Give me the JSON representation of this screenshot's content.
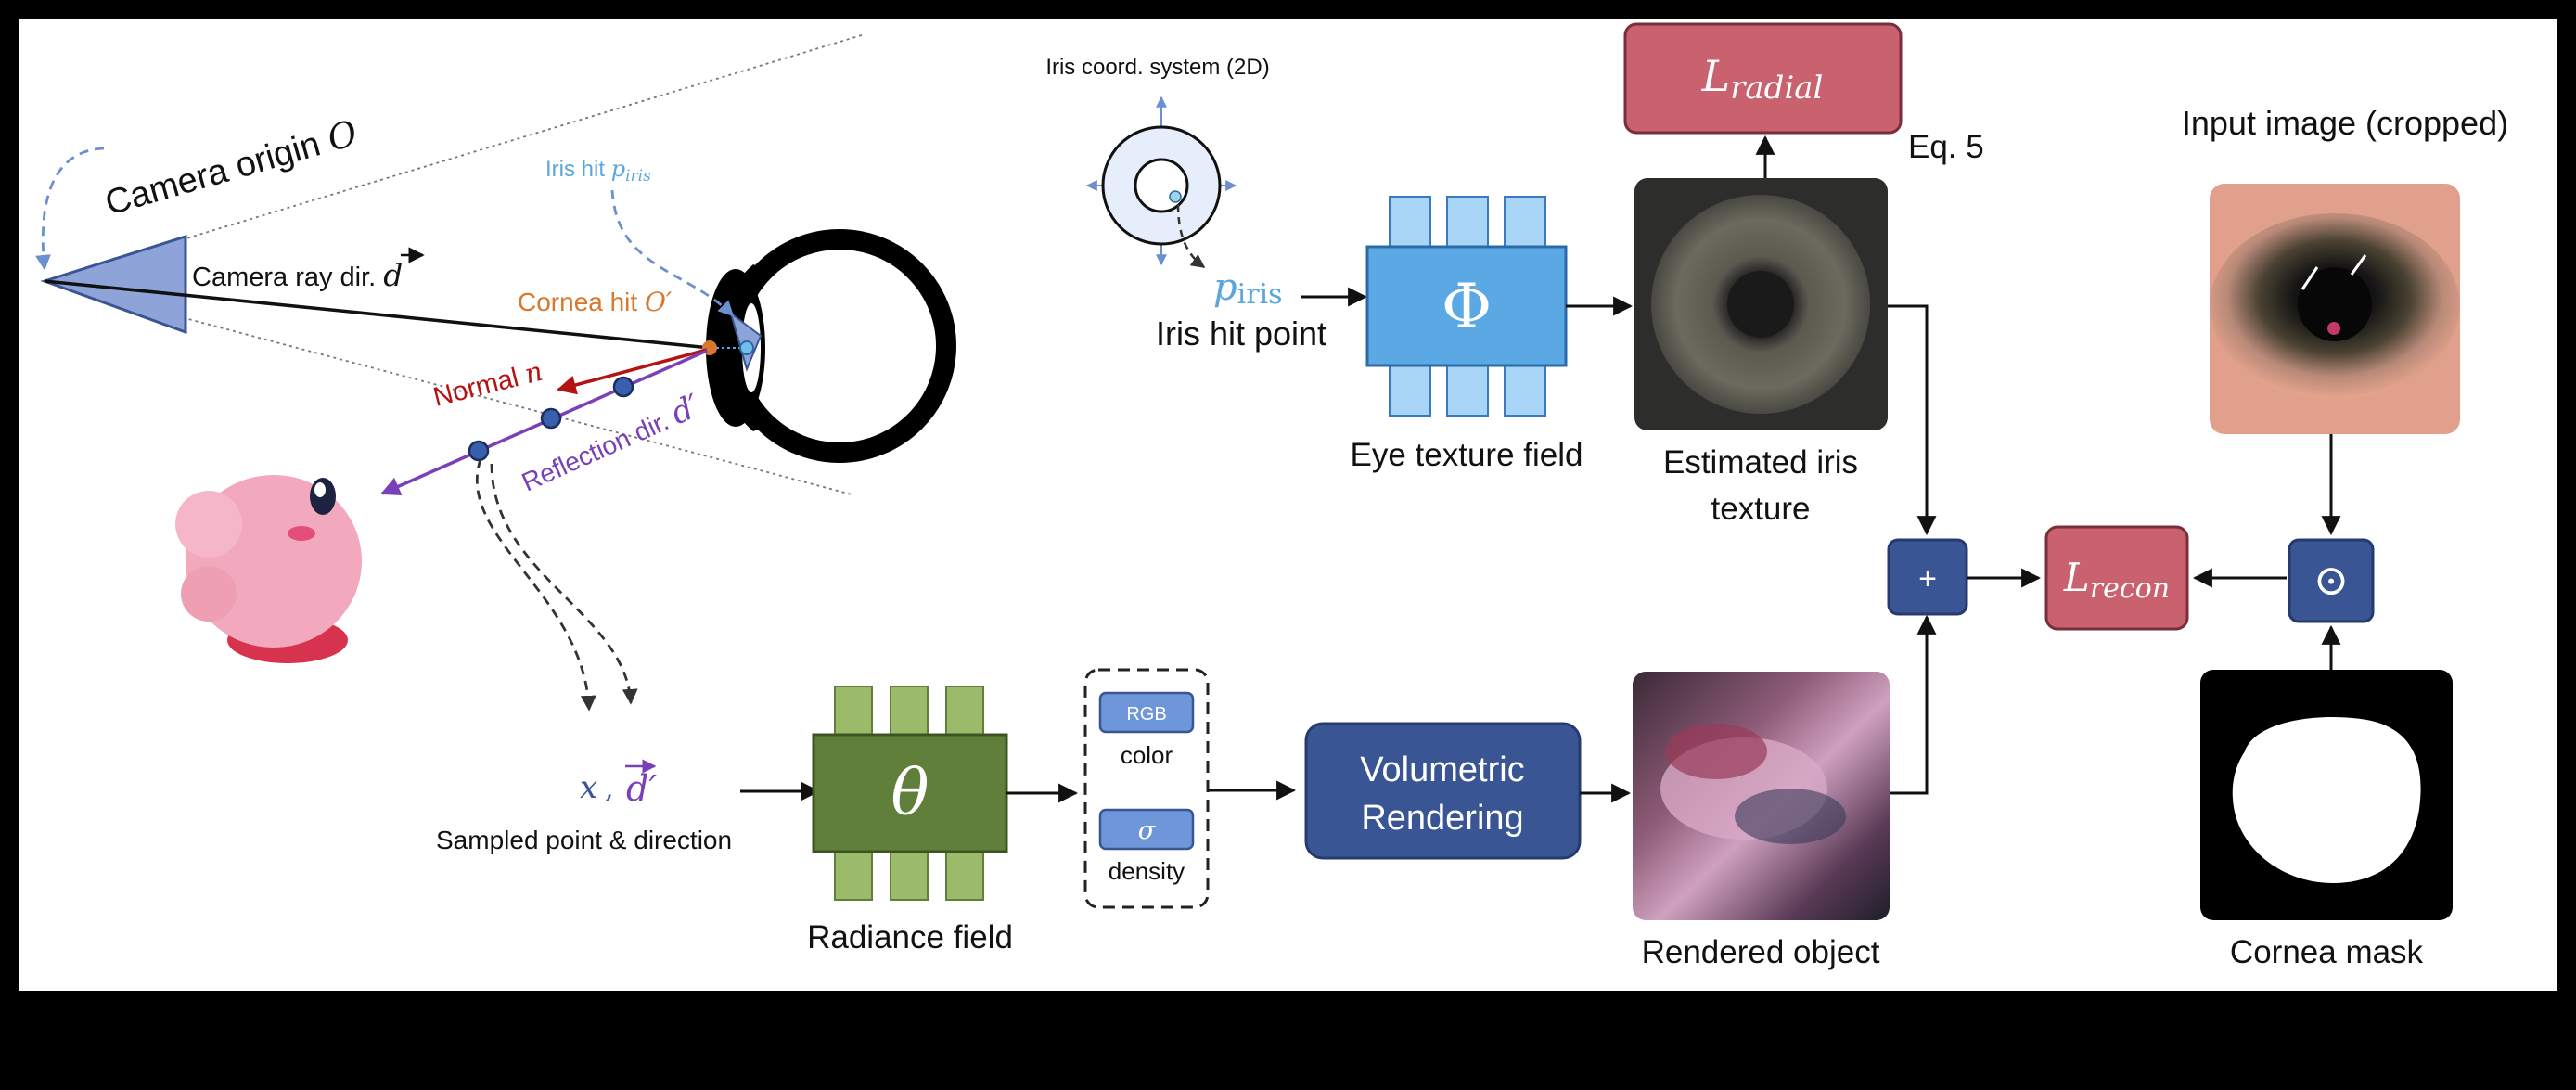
{
  "camera": {
    "origin_label": "Camera origin ",
    "origin_symbol": "O",
    "ray_label": "Camera ray dir. ",
    "ray_symbol": "d"
  },
  "eye": {
    "iris_hit_label": "Iris hit ",
    "iris_hit_symbol": "p",
    "iris_hit_sub": "iris",
    "cornea_hit_label": "Cornea hit ",
    "cornea_hit_symbol": "O′",
    "normal_label": "Normal ",
    "normal_symbol": "n",
    "reflection_label": "Reflection dir. ",
    "reflection_symbol": "d′"
  },
  "iris_branch": {
    "coord_title": "Iris coord. system (2D)",
    "p_symbol": "p",
    "p_sub": "iris",
    "hit_point_label": "Iris hit point",
    "phi_symbol": "Φ",
    "eye_texture_label": "Eye texture field",
    "estimated_label_1": "Estimated iris",
    "estimated_label_2": "texture",
    "loss_radial_main": "L",
    "loss_radial_sub": "radial",
    "eq_label": "Eq. 5"
  },
  "render_branch": {
    "sampled_x": "x",
    "sampled_comma": " , ",
    "sampled_d": "d′",
    "sampled_label": "Sampled point & direction",
    "theta_symbol": "θ",
    "radiance_label": "Radiance field",
    "rgb_label": "RGB",
    "color_label": "color",
    "sigma_symbol": "σ",
    "density_label": "density",
    "volumetric_1": "Volumetric",
    "volumetric_2": "Rendering",
    "rendered_label": "Rendered object"
  },
  "right": {
    "input_label": "Input image (cropped)",
    "plus_symbol": "+",
    "odot_symbol": "⊙",
    "loss_recon_main": "L",
    "loss_recon_sub": "recon",
    "mask_label": "Cornea mask"
  },
  "colors": {
    "block_blue": "#5ba9e4",
    "block_green": "#5f7f3a",
    "block_green_light": "#9cbb6a",
    "navy": "#3a5594",
    "loss_red": "#c9616f",
    "normal_red": "#b51212",
    "reflection_purple": "#7a40b8",
    "cornea_orange": "#d9772a",
    "iris_light_blue": "#5ba6dc"
  }
}
